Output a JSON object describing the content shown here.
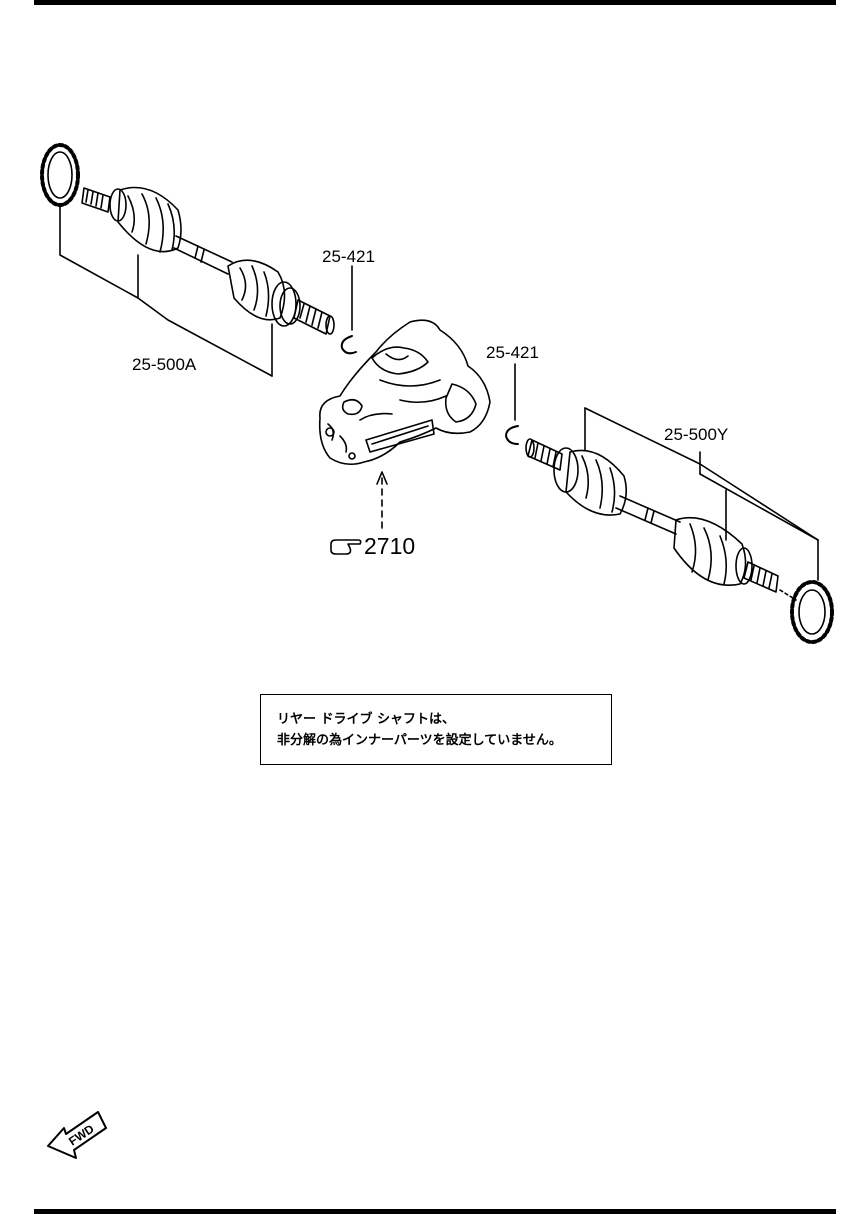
{
  "labels": {
    "circlip_left": "25-421",
    "circlip_right": "25-421",
    "shaft_left": "25-500A",
    "shaft_right": "25-500Y",
    "differential_ref": "2710"
  },
  "note": {
    "line1": "リヤー ドライブ シャフトは、",
    "line2": "非分解の為インナーパーツを設定していません。"
  },
  "fwd_label": "FWD",
  "icons": {
    "reference": "pointing-hand-icon",
    "forward": "fwd-arrow-icon"
  }
}
